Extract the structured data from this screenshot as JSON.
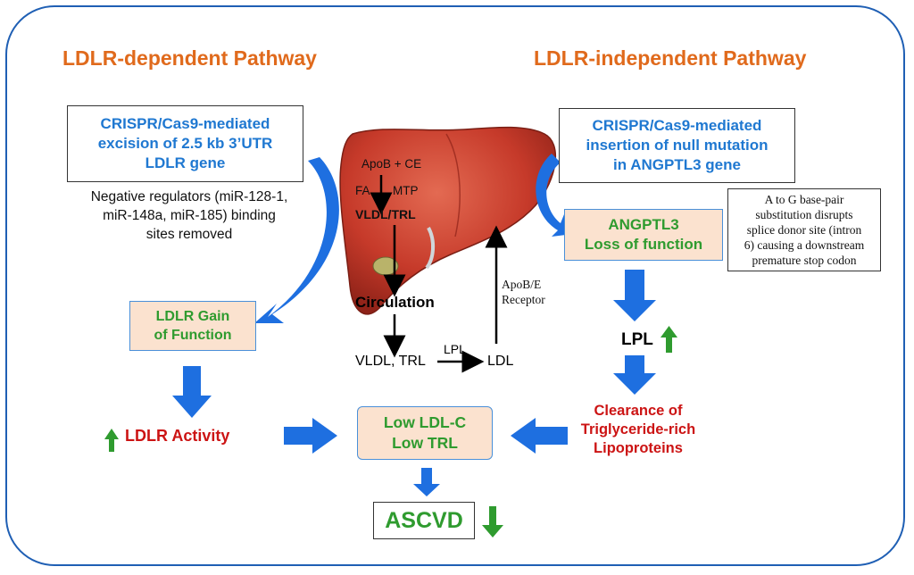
{
  "titles": {
    "left": "LDLR-dependent Pathway",
    "right": "LDLR-independent Pathway"
  },
  "left": {
    "crispr_box": [
      "CRISPR/Cas9-mediated",
      "excision of 2.5 kb 3’UTR",
      "LDLR gene"
    ],
    "note": [
      "Negative regulators (miR-128-1,",
      "miR-148a, miR-185) binding",
      "sites removed"
    ],
    "gain_box": [
      "LDLR Gain",
      "of Function"
    ],
    "activity": "LDLR Activity"
  },
  "right": {
    "crispr_box": [
      "CRISPR/Cas9-mediated",
      "insertion of null mutation",
      "in ANGPTL3 gene"
    ],
    "note": [
      "A to G base-pair",
      "substitution disrupts",
      "splice donor site (intron",
      "6) causing a downstream",
      "premature stop codon"
    ],
    "loss_box": [
      "ANGPTL3",
      "Loss of function"
    ],
    "lpl": "LPL",
    "clearance": [
      "Clearance of",
      "Triglyceride-rich",
      "Lipoproteins"
    ]
  },
  "liver": {
    "apob_ce": "ApoB + CE",
    "fa": "FA",
    "mtp": "MTP",
    "vldl_trl": "VLDL/TRL",
    "circulation": "Circulation",
    "vldl_trl_bottom": "VLDL, TRL",
    "lpl": "LPL",
    "ldl": "LDL",
    "receptor": [
      "ApoB/E",
      "Receptor"
    ]
  },
  "center": {
    "low_box": [
      "Low LDL-C",
      "Low TRL"
    ],
    "ascvd": "ASCVD"
  },
  "colors": {
    "frame": "#1f5fb4",
    "title_orange": "#e06a1c",
    "crispr_blue": "#1f78d1",
    "green": "#2f9b2f",
    "red": "#cc1414",
    "arrow_blue": "#1e6fe0",
    "peach": "#fbe2cf",
    "liver": "#c63a2a"
  }
}
